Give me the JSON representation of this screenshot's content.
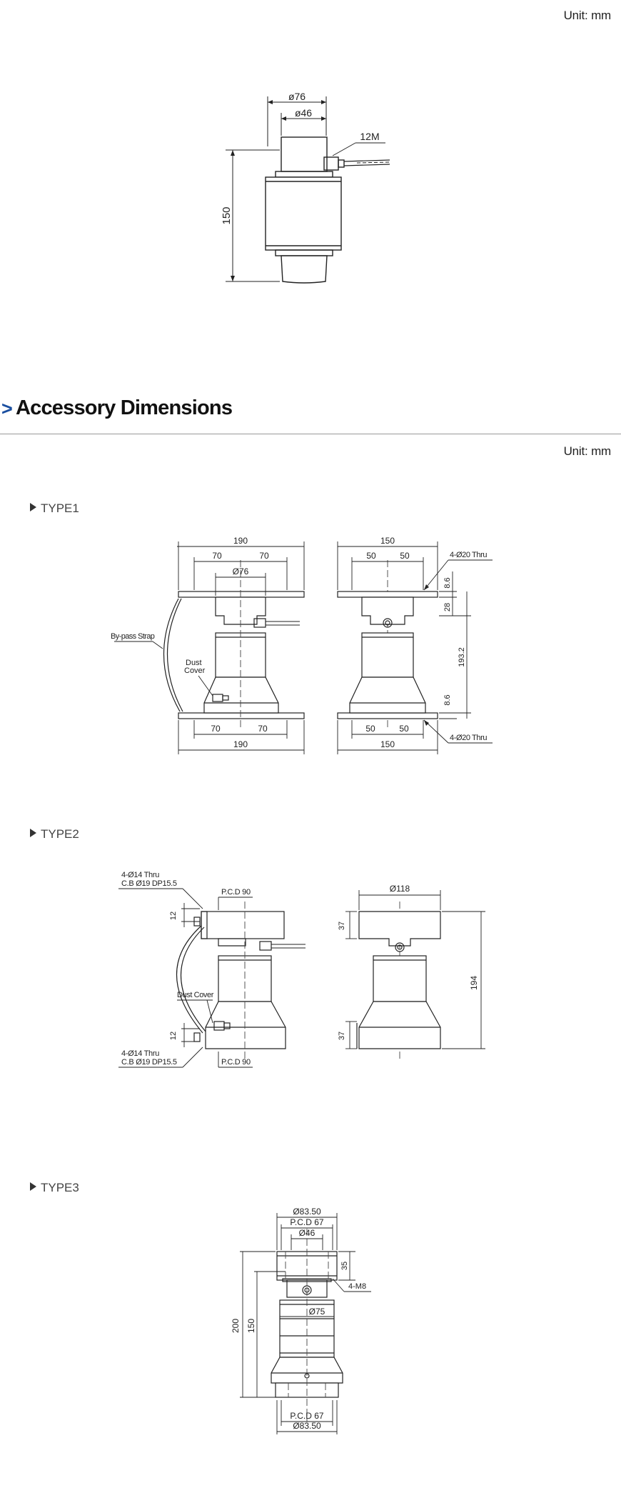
{
  "unit_label": "Unit: mm",
  "unit_label_2": "Unit: mm",
  "section": {
    "chevron": ">",
    "title": "Accessory Dimensions"
  },
  "main_drawing": {
    "d_outer": "ø76",
    "d_inner": "ø46",
    "cable": "12M",
    "height": "150"
  },
  "type1": {
    "label": "TYPE1",
    "front_top_width": "190",
    "front_top_half_l": "70",
    "front_top_half_r": "70",
    "front_diameter": "Ø76",
    "front_bottom_half_l": "70",
    "front_bottom_half_r": "70",
    "front_bottom_width": "190",
    "strap": "By-pass Strap",
    "dust_cover_1": "Dust",
    "dust_cover_2": "Cover",
    "side_top_width": "150",
    "side_top_half_l": "50",
    "side_top_half_r": "50",
    "side_bottom_half_l": "50",
    "side_bottom_half_r": "50",
    "side_bottom_width": "150",
    "thru_top": "4-Ø20 Thru",
    "thru_bottom": "4-Ø20 Thru",
    "dim_8_6_top": "8.6",
    "dim_28": "28",
    "dim_193_2": "193.2",
    "dim_8_6_bottom": "8.6"
  },
  "type2": {
    "label": "TYPE2",
    "hole_top_1": "4-Ø14 Thru",
    "hole_top_2": "C.B Ø19 DP15.5",
    "pcd_top": "P.C.D 90",
    "dim_12_top": "12",
    "dust_cover": "Dust Cover",
    "dim_12_bottom": "12",
    "hole_bottom_1": "4-Ø14 Thru",
    "hole_bottom_2": "C.B Ø19 DP15.5",
    "pcd_bottom": "P.C.D 90",
    "side_diameter": "Ø118",
    "dim_37_top": "37",
    "dim_37_bottom": "37",
    "dim_194": "194"
  },
  "type3": {
    "label": "TYPE3",
    "d_83_top": "Ø83.50",
    "pcd_67_top": "P.C.D 67",
    "d_46": "Ø46",
    "dim_35": "35",
    "thread": "4-M8",
    "d_75": "Ø75",
    "dim_200": "200",
    "dim_150": "150",
    "pcd_67_bottom": "P.C.D 67",
    "d_83_bottom": "Ø83.50"
  }
}
